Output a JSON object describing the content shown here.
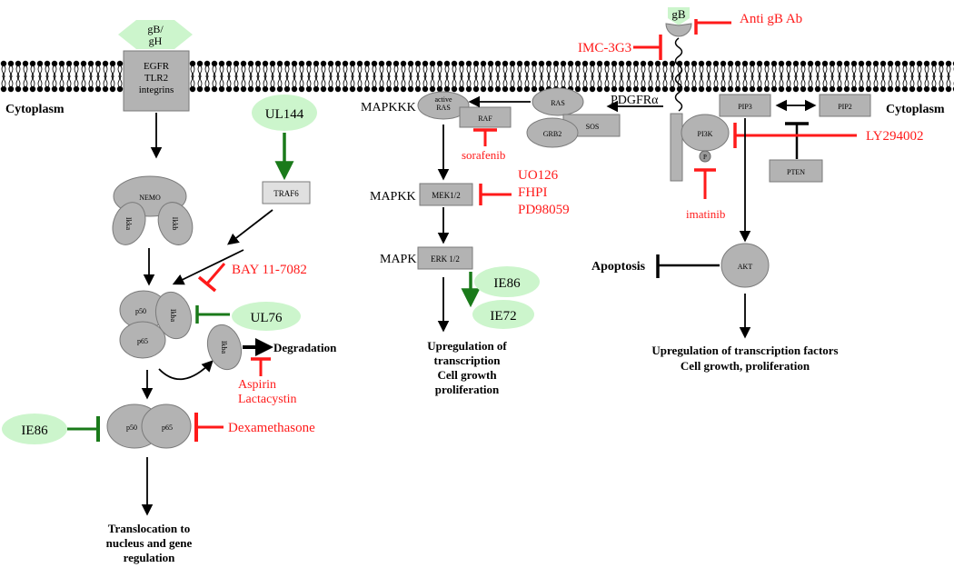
{
  "membrane": {
    "left_label": "Cytoplasm",
    "right_label": "Cytoplasm",
    "receptor_left_ligand": "gB/\ngH",
    "receptor_left": "EGFR\nTLR2\nintegrins",
    "receptor_right_ligand": "gB",
    "pdgfr": "PDGFRα"
  },
  "nfkb": {
    "nemo": "NEMO",
    "ikka": "Ikka",
    "ikkb": "Ikkb",
    "ul144": "UL144",
    "traf6": "TRAF6",
    "p50": "p50",
    "p65": "p65",
    "ikba": "Ikba",
    "ul76": "UL76",
    "degradation": "Degradation",
    "ie86": "IE86",
    "outcome": "Translocation to\nnucleus and gene\nregulation"
  },
  "mapk": {
    "mapkkk": "MAPKKK",
    "mapkk": "MAPKK",
    "mapk": "MAPK",
    "active_ras": "active\nRAS",
    "raf": "RAF",
    "ras": "RAS",
    "grb2": "GRB2",
    "sos": "SOS",
    "mek": "MEK1/2",
    "erk": "ERK 1/2",
    "ie86": "IE86",
    "ie72": "IE72",
    "outcome": "Upregulation of\ntranscription\nCell growth\nproliferation"
  },
  "pi3k": {
    "pip3": "PIP3",
    "pip2": "PIP2",
    "pi3k": "PI3K",
    "p": "P",
    "pten": "PTEN",
    "akt": "AKT",
    "apoptosis": "Apoptosis",
    "outcome": "Upregulation of transcription factors\nCell growth, proliferation"
  },
  "inhibitors": {
    "anti_gb": "Anti gB Ab",
    "imc": "IMC-3G3",
    "bay": "BAY 11-7082",
    "aspirin": "Aspirin\nLactacystin",
    "dexamethasone": "Dexamethasone",
    "sorafenib": "sorafenib",
    "mek_inhibitors": "UO126\nFHPI\nPD98059",
    "imatinib": "imatinib",
    "ly": "LY294002"
  },
  "colors": {
    "inhibitor": "#ff1a1a",
    "viral_protein": "#ccf5cc",
    "viral_arrow": "#1a7a1a",
    "node_fill": "#b3b3b3",
    "node_stroke": "#7a7a7a"
  }
}
